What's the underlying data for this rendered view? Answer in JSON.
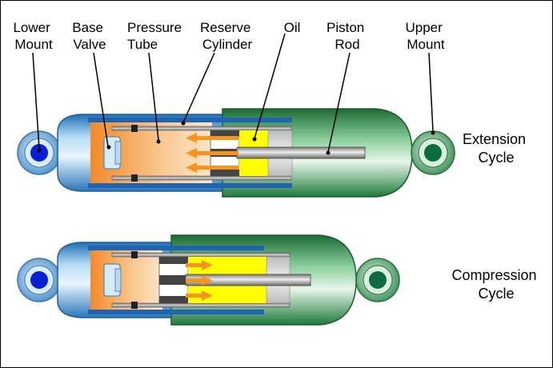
{
  "labels": {
    "lower_mount": [
      "Lower",
      "Mount"
    ],
    "base_valve": [
      "Base",
      "Valve"
    ],
    "pressure_tube": [
      "Pressure",
      "Tube"
    ],
    "reserve_cylinder": [
      "Reserve",
      "Cylinder"
    ],
    "oil": [
      "Oil"
    ],
    "piston_rod": [
      "Piston",
      "Rod"
    ],
    "upper_mount": [
      "Upper",
      "Mount"
    ]
  },
  "cycles": {
    "extension": [
      "Extension",
      "Cycle"
    ],
    "compression": [
      "Compression",
      "Cycle"
    ]
  },
  "colors": {
    "blue_body": "#5aa0d4",
    "green_body": "#2e8a4a",
    "oil": "#ffff00",
    "pressure_fluid": "#f5a556",
    "arrow": "#f7941d",
    "mount_center_blue": "#0a1fd4",
    "mount_center_green": "#0d6b3d"
  }
}
